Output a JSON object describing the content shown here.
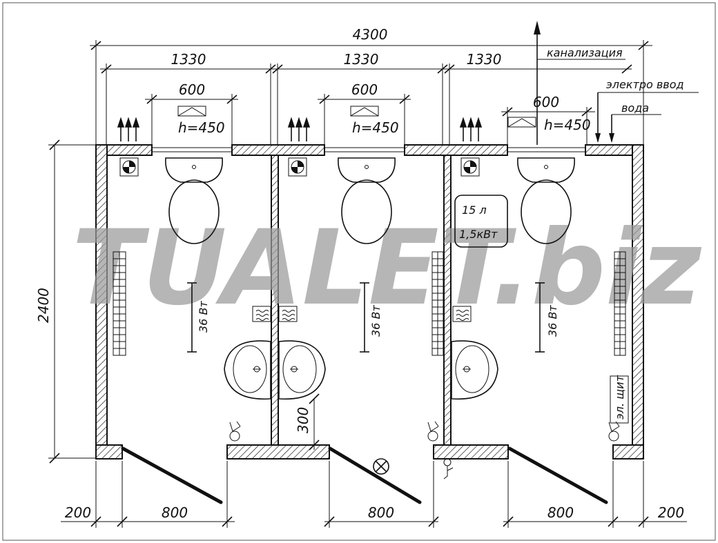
{
  "watermark": "TUALET.biz",
  "dimensions": {
    "total_width": "4300",
    "cabin_widths": [
      "1330",
      "1330",
      "1330"
    ],
    "window_widths": [
      "600",
      "600",
      "600"
    ],
    "window_heights": [
      "h=450",
      "h=450",
      "h=450"
    ],
    "height": "2400",
    "door_widths": [
      "800",
      "800",
      "800"
    ],
    "side_offsets": [
      "200",
      "200"
    ],
    "partition_gap": "300"
  },
  "labels": {
    "sewer": "канализация",
    "power_input": "электро ввод",
    "water": "вода",
    "boiler_volume": "15 л",
    "boiler_power": "1,5кВт",
    "lamp_power": [
      "36 Вт",
      "36 Вт",
      "36 Вт"
    ],
    "electric_panel": "эл. щит"
  }
}
